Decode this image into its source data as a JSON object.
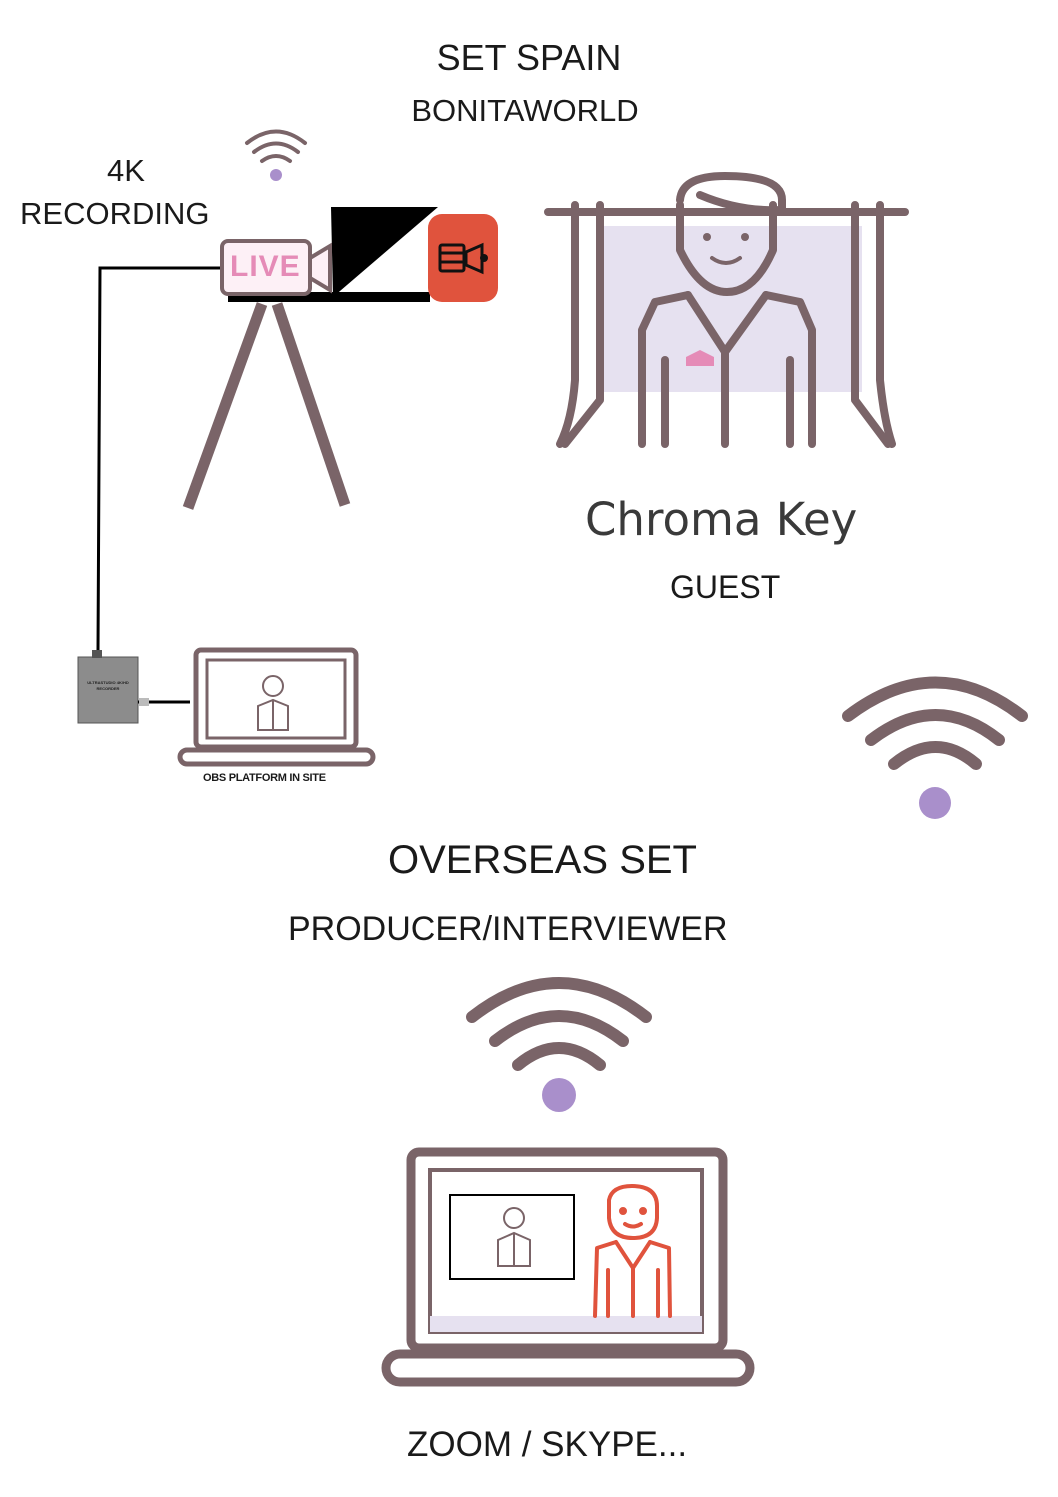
{
  "title": "SET SPAIN",
  "subtitle": "BONITAWORLD",
  "recording": {
    "line1": "4K",
    "line2": "RECORDING"
  },
  "camera": {
    "badge": "LIVE"
  },
  "recorder_box": {
    "label": "ULTRASTUDIO 4K/HD RECORDER"
  },
  "obs": {
    "caption": "OBS PLATFORM IN SITE"
  },
  "chroma": {
    "title": "Chroma Key",
    "subtitle": "GUEST"
  },
  "overseas": {
    "title": "OVERSEAS SET",
    "subtitle": "PRODUCER/INTERVIEWER"
  },
  "footer": {
    "label": "ZOOM / SKYPE..."
  },
  "colors": {
    "outline": "#7a6468",
    "accent_purple": "#a98fcb",
    "light_purple": "#e6e1f0",
    "pink": "#e58bb7",
    "red": "#e0533d",
    "grey_box": "#8c8c8c"
  },
  "icons": [
    "wifi-icon",
    "camera-icon",
    "teleprompter-icon",
    "tripod-icon",
    "guest-person-icon",
    "laptop-icon",
    "video-camera-icon",
    "recorder-box-icon"
  ]
}
